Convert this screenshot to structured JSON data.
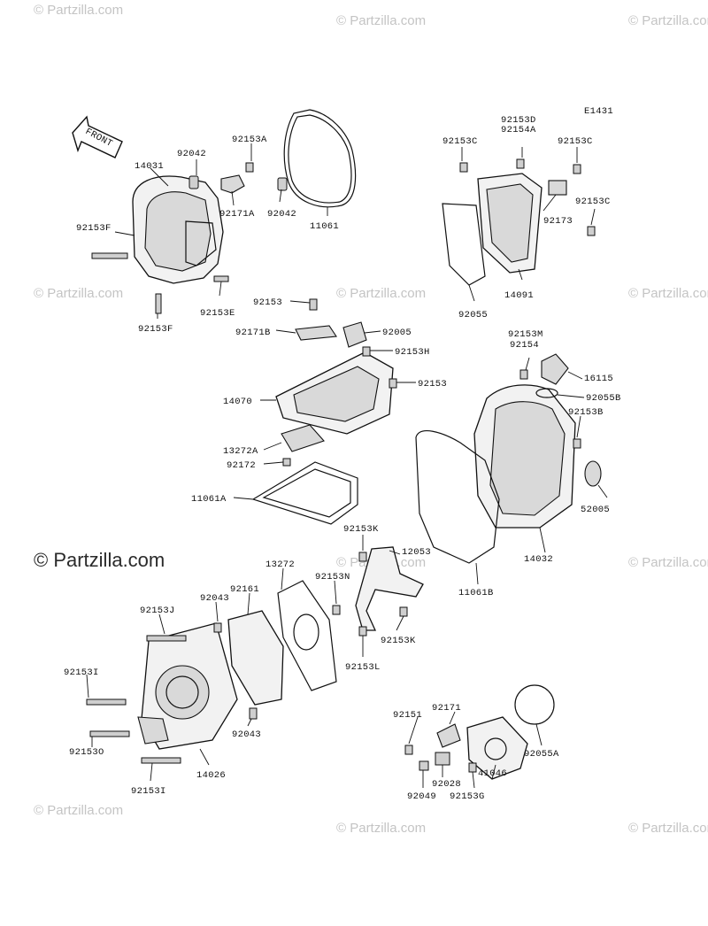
{
  "watermark_text": "© Partzilla.com",
  "center_watermark": "© Partzilla.com",
  "diagram_code": "E1431",
  "front_label": "FRONT",
  "labels": {
    "p92153A": "92153A",
    "p92042_top": "92042",
    "p14031": "14031",
    "p92171A": "92171A",
    "p92153F_left": "92153F",
    "p92042_mid": "92042",
    "p11061": "11061",
    "p92153E": "92153E",
    "p92153F_bottom": "92153F",
    "p92153D": "92153D",
    "p92154A": "92154A",
    "p92153C_left": "92153C",
    "p92153C_right": "92153C",
    "p92153C_lower": "92153C",
    "p92173": "92173",
    "p14091": "14091",
    "p92055": "92055",
    "p92153_top": "92153",
    "p92171B": "92171B",
    "p92005": "92005",
    "p92153H": "92153H",
    "p92153_mid": "92153",
    "p14070": "14070",
    "p13272A": "13272A",
    "p92172": "92172",
    "p11061A": "11061A",
    "p92153M": "92153M",
    "p92154": "92154",
    "p16115": "16115",
    "p92055B": "92055B",
    "p92153B": "92153B",
    "p52005": "52005",
    "p14032": "14032",
    "p11061B": "11061B",
    "p92153K_top": "92153K",
    "p12053": "12053",
    "p13272": "13272",
    "p92153N": "92153N",
    "p92161": "92161",
    "p92043_top": "92043",
    "p92153J": "92153J",
    "p92153I_top": "92153I",
    "p92153O": "92153O",
    "p92043_bottom": "92043",
    "p14026": "14026",
    "p92153I_bottom": "92153I",
    "p92153K_bottom": "92153K",
    "p92153L": "92153L",
    "p92171": "92171",
    "p92151": "92151",
    "p92028": "92028",
    "p92049": "92049",
    "p92153G": "92153G",
    "p41046": "41046",
    "p92055A": "92055A"
  }
}
